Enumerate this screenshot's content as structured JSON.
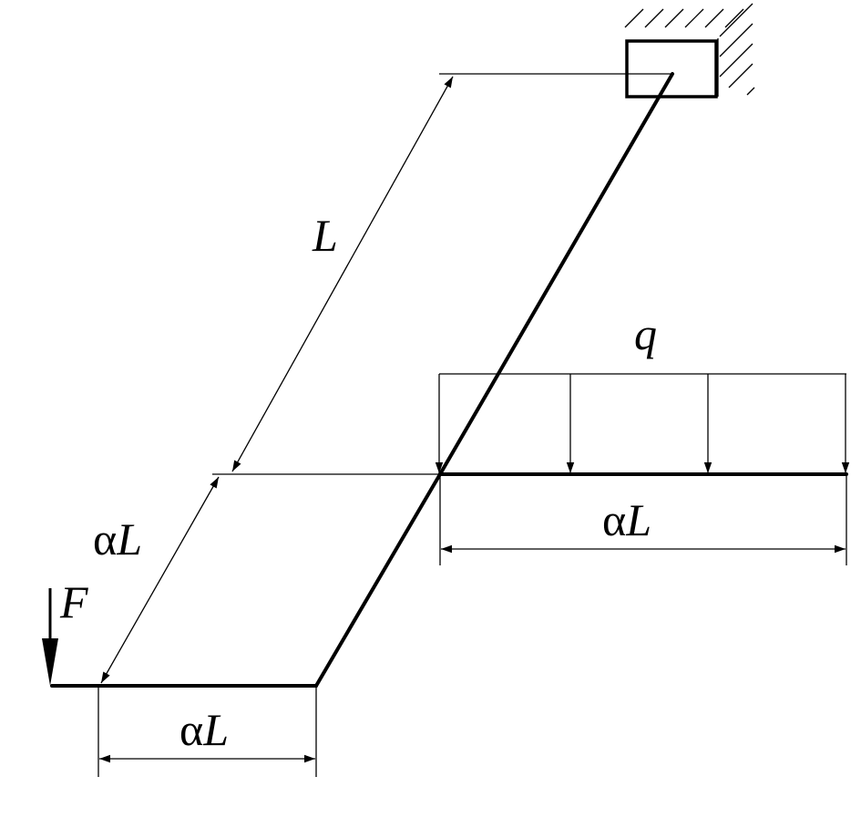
{
  "labels": {
    "length": "L",
    "distributed_load": "q",
    "force": "F",
    "alpha": "α",
    "alpha_length_symbol": "L"
  }
}
